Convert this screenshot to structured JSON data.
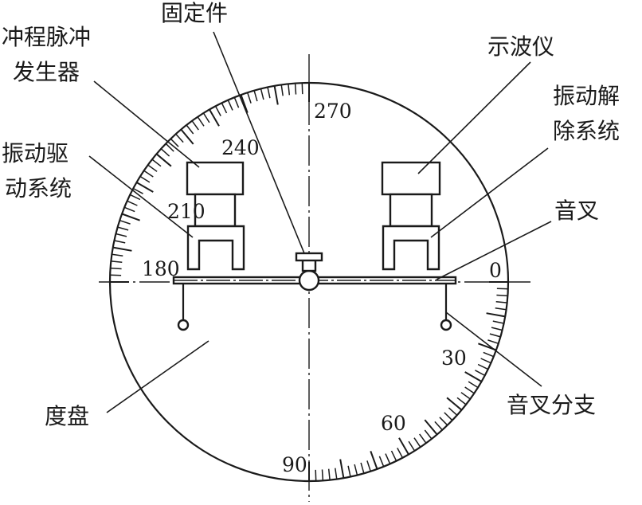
{
  "labels": {
    "fixture": "固定件",
    "pulse_line1": "冲程脉冲",
    "pulse_line2": "发生器",
    "oscilloscope": "示波仪",
    "release_line1": "振动解",
    "release_line2": "除系统",
    "drive_line1": "振动驱",
    "drive_line2": "动系统",
    "tuning_fork": "音叉",
    "fork_branch": "音叉分支",
    "dial": "度盘"
  },
  "dial": {
    "degree_labels": [
      "0",
      "30",
      "60",
      "90",
      "180",
      "210",
      "240",
      "270"
    ]
  }
}
